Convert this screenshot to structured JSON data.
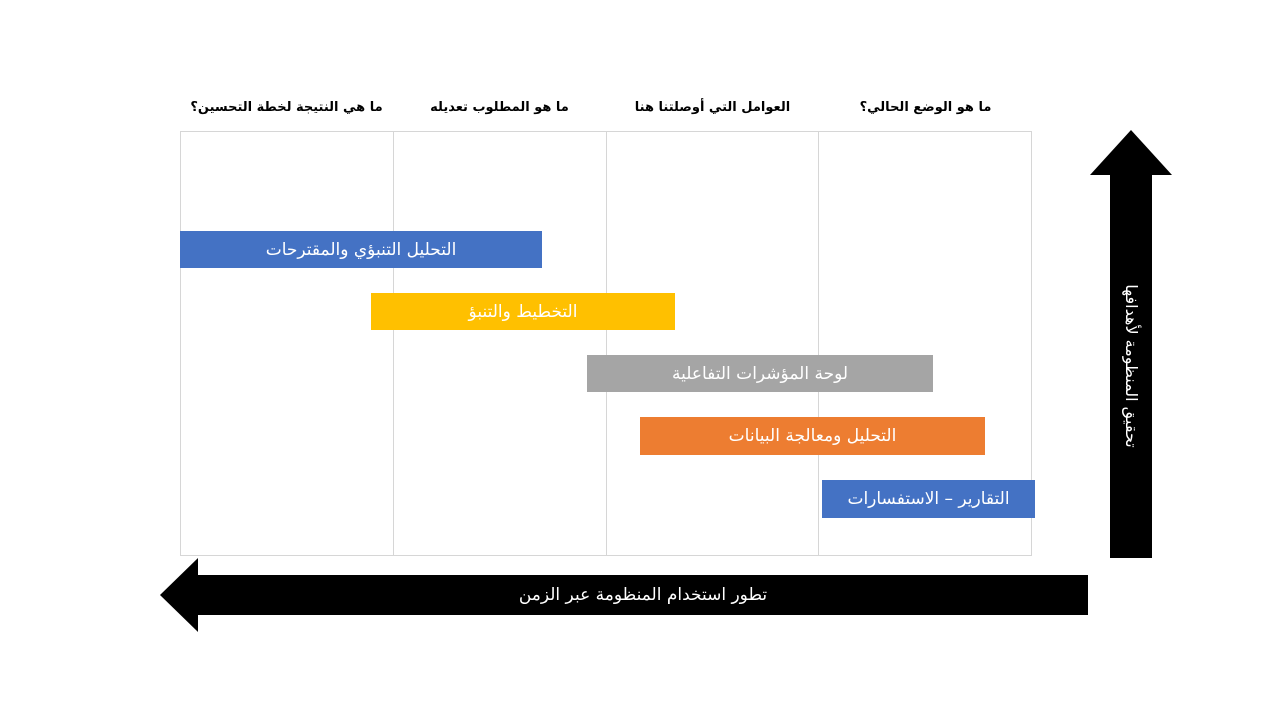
{
  "slide": {
    "background": "#FFFFFF"
  },
  "matrix": {
    "columns": [
      {
        "label": "ما هو الوضع الحالي؟"
      },
      {
        "label": "العوامل التي أوصلتنا هنا"
      },
      {
        "label": "ما هو المطلوب تعديله"
      },
      {
        "label": "ما هي النتيجة لخطة التحسين؟"
      }
    ]
  },
  "stages": [
    {
      "label": "التقارير – الاستفسارات",
      "color": "#4472C4"
    },
    {
      "label": "التحليل ومعالجة البيانات",
      "color": "#ED7D31"
    },
    {
      "label": "لوحة المؤشرات التفاعلية",
      "color": "#A5A5A5"
    },
    {
      "label": "التخطيط والتنبؤ",
      "color": "#FFC000"
    },
    {
      "label": "التحليل التنبؤي والمقترحات",
      "color": "#4472C4"
    }
  ],
  "axes": {
    "vertical": {
      "label": "تحقيق المنظومة لأهدافها",
      "color": "#000000"
    },
    "horizontal": {
      "label": "تطور استخدام المنظومة عبر الزمن",
      "color": "#000000"
    }
  }
}
